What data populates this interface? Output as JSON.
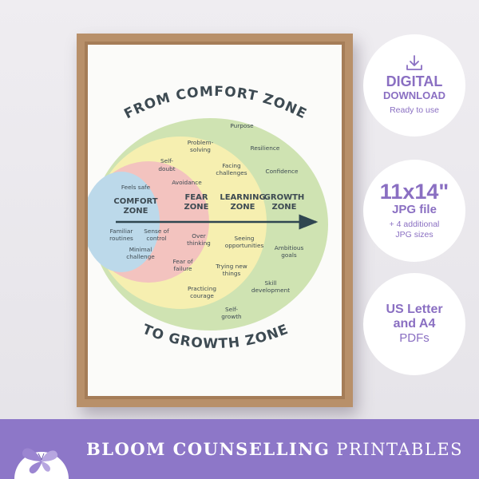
{
  "poster": {
    "title_top": "FROM COMFORT ZONE",
    "title_bottom": "TO GROWTH ZONE",
    "zones": {
      "comfort": [
        "COMFORT",
        "ZONE"
      ],
      "fear": [
        "FEAR",
        "ZONE"
      ],
      "learning": [
        "LEARNING",
        "ZONE"
      ],
      "growth": [
        "GROWTH",
        "ZONE"
      ]
    },
    "comfort_items": {
      "feels_safe": "Feels safe",
      "familiar_1": "Familiar",
      "familiar_2": "routines",
      "sense_1": "Sense of",
      "sense_2": "control",
      "minimal_1": "Minimal",
      "minimal_2": "challenge"
    },
    "fear_items": {
      "self_doubt_1": "Self-",
      "self_doubt_2": "doubt",
      "avoidance": "Avoidance",
      "over_1": "Over",
      "over_2": "thinking",
      "failure_1": "Fear of",
      "failure_2": "failure"
    },
    "learning_items": {
      "problem_1": "Problem-",
      "problem_2": "solving",
      "facing_1": "Facing",
      "facing_2": "challenges",
      "seeing_1": "Seeing",
      "seeing_2": "opportunities",
      "trying_1": "Trying new",
      "trying_2": "things",
      "practicing_1": "Practicing",
      "practicing_2": "courage"
    },
    "growth_items": {
      "purpose": "Purpose",
      "resilience": "Resilience",
      "confidence": "Confidence",
      "ambitious_1": "Ambitious",
      "ambitious_2": "goals",
      "skill_1": "Skill",
      "skill_2": "development",
      "self_growth_1": "Self-",
      "self_growth_2": "growth"
    }
  },
  "badges": {
    "digital": {
      "title": "DIGITAL",
      "subtitle": "DOWNLOAD",
      "note": "Ready to use"
    },
    "size": {
      "big": "11x14\"",
      "file": "JPG file",
      "note_1": "+ 4 additional",
      "note_2": "JPG sizes"
    },
    "pdf": {
      "line1": "US Letter",
      "line2": "and A4",
      "line3": "PDFs"
    }
  },
  "footer": {
    "brand_bold": "BLOOM COUNSELLING",
    "brand_thin": "PRINTABLES"
  },
  "colors": {
    "accent": "#8d77c8",
    "badge_text": "#8a6fc2",
    "growth": "#cfe3b2",
    "learning": "#f6efb0",
    "fear": "#f3c3bf",
    "comfort": "#bcd9ea"
  }
}
